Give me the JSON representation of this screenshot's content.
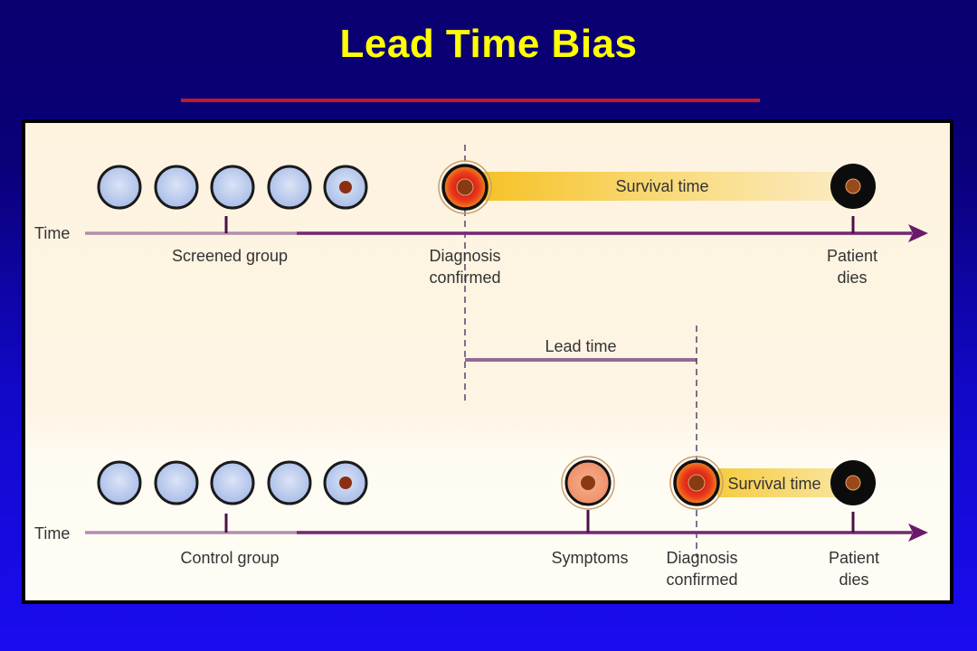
{
  "slide": {
    "title": "Lead Time Bias",
    "colors": {
      "background_top": "#0a0070",
      "background_bottom": "#1a0cf0",
      "title": "#ffff00",
      "title_rule": "#c01a2a",
      "panel": "#fdf4e4",
      "axis": "#6a1a6a",
      "survival_bar": "#f7c832",
      "healthy_cell": "#b8c8ec",
      "tumor_core": "#8a3a10"
    }
  },
  "diagram": {
    "axis_label": "Time",
    "screened": {
      "group_label": "Screened group",
      "diagnosis_label_line1": "Diagnosis",
      "diagnosis_label_line2": "confirmed",
      "survival_label": "Survival time",
      "death_label_line1": "Patient",
      "death_label_line2": "dies"
    },
    "lead_time": {
      "label": "Lead time"
    },
    "control": {
      "group_label": "Control group",
      "symptoms_label": "Symptoms",
      "diagnosis_label_line1": "Diagnosis",
      "diagnosis_label_line2": "confirmed",
      "survival_label": "Survival time",
      "death_label_line1": "Patient",
      "death_label_line2": "dies"
    },
    "icons": {
      "healthy_cell": "healthy-cell-icon",
      "early_tumor_cell": "early-tumor-cell-icon",
      "symptomatic_cell": "symptomatic-cell-icon",
      "diagnosed_cell": "diagnosed-cell-icon",
      "dead_cell": "death-icon"
    }
  }
}
